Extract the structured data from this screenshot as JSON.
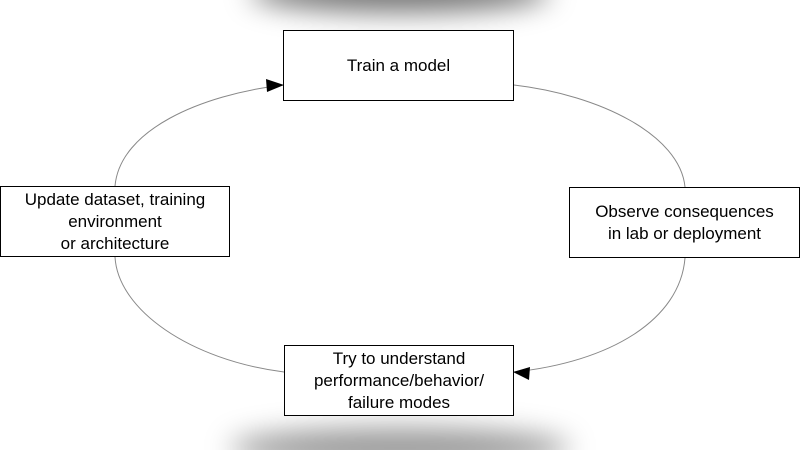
{
  "diagram": {
    "type": "cycle",
    "colors": {
      "line": "#888888",
      "arrowhead": "#000000",
      "box_border": "#000000",
      "text": "#000000",
      "background": "#ffffff"
    },
    "nodes": [
      {
        "id": "train",
        "label": "Train a model"
      },
      {
        "id": "observe",
        "label": "Observe consequences\nin lab or deployment"
      },
      {
        "id": "try",
        "label": "Try to understand\nperformance/behavior/\nfailure modes"
      },
      {
        "id": "update",
        "label": "Update dataset, training\nenvironment\nor architecture"
      }
    ],
    "edges": [
      {
        "from": "train",
        "to": "observe"
      },
      {
        "from": "observe",
        "to": "try"
      },
      {
        "from": "try",
        "to": "update"
      },
      {
        "from": "update",
        "to": "train"
      }
    ]
  }
}
